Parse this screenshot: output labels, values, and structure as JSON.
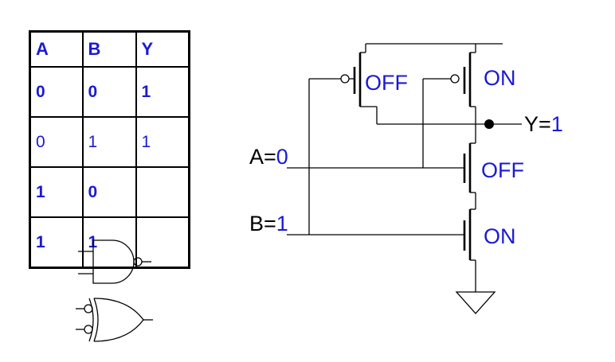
{
  "table": {
    "headers": [
      "A",
      "B",
      "Y"
    ],
    "rows": [
      [
        "0",
        "0",
        "1"
      ],
      [
        "0",
        "1",
        "1"
      ],
      [
        "1",
        "0",
        ""
      ],
      [
        "1",
        "1",
        ""
      ]
    ]
  },
  "circuit": {
    "a_prefix": "A=",
    "a_value": "0",
    "b_prefix": "B=",
    "b_value": "1",
    "y_prefix": "Y=",
    "y_value": "1",
    "pmos_left_state": "OFF",
    "pmos_right_state": "ON",
    "nmos_top_state": "OFF",
    "nmos_bottom_state": "ON"
  },
  "colors": {
    "label_blue": "#1a1ad6",
    "line": "#000000"
  }
}
